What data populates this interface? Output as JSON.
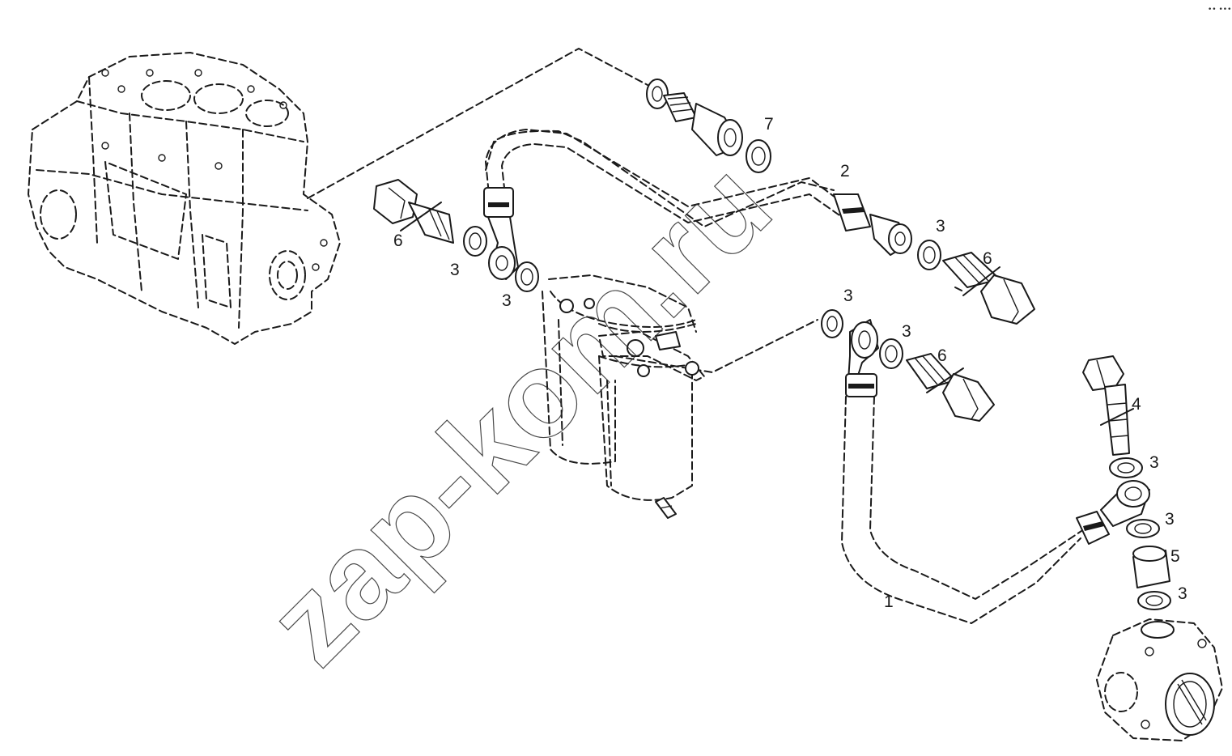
{
  "watermark": "zap-kom.ru",
  "corner_mark": "•• •••",
  "callouts": [
    {
      "id": "hose-1",
      "text": "1"
    },
    {
      "id": "hose-2",
      "text": "2"
    },
    {
      "id": "washer-a",
      "text": "3"
    },
    {
      "id": "washer-b",
      "text": "3"
    },
    {
      "id": "washer-c",
      "text": "3"
    },
    {
      "id": "washer-d",
      "text": "3"
    },
    {
      "id": "washer-e",
      "text": "3"
    },
    {
      "id": "washer-f",
      "text": "3"
    },
    {
      "id": "washer-g",
      "text": "3"
    },
    {
      "id": "washer-h",
      "text": "3"
    },
    {
      "id": "bolt-4",
      "text": "4"
    },
    {
      "id": "sleeve-5",
      "text": "5"
    },
    {
      "id": "bolt-6a",
      "text": "6"
    },
    {
      "id": "bolt-6b",
      "text": "6"
    },
    {
      "id": "bolt-6c",
      "text": "6"
    },
    {
      "id": "adapter-7",
      "text": "7"
    }
  ]
}
